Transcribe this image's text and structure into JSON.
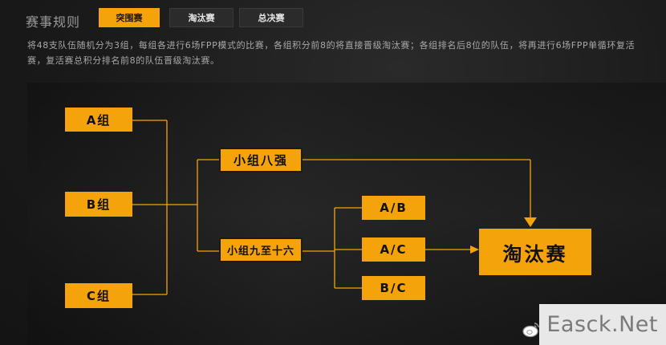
{
  "header": {
    "section_title": "赛事规则",
    "tabs": [
      {
        "label": "突围赛",
        "active": true
      },
      {
        "label": "淘汰赛",
        "active": false
      },
      {
        "label": "总决赛",
        "active": false
      }
    ]
  },
  "description": "将48支队伍随机分为3组，每组各进行6场FPP模式的比赛，各组积分前8的将直接晋级淘汰赛；各组排名后8位的队伍，将再进行6场FPP单循环复活赛，复活赛总积分排名前8的队伍晋级淘汰赛。",
  "diagram": {
    "groups": [
      "A组",
      "B组",
      "C组"
    ],
    "top8": "小组八强",
    "rank9to16": "小组九至十六",
    "pairs": [
      "A/B",
      "A/C",
      "B/C"
    ],
    "knockout": "淘汰赛"
  },
  "colors": {
    "accent": "#f5a30a",
    "line": "#f5a30a",
    "background": "#1c1c1c"
  },
  "watermark": {
    "text": "Easck.Net",
    "icon": "weibo-icon"
  }
}
